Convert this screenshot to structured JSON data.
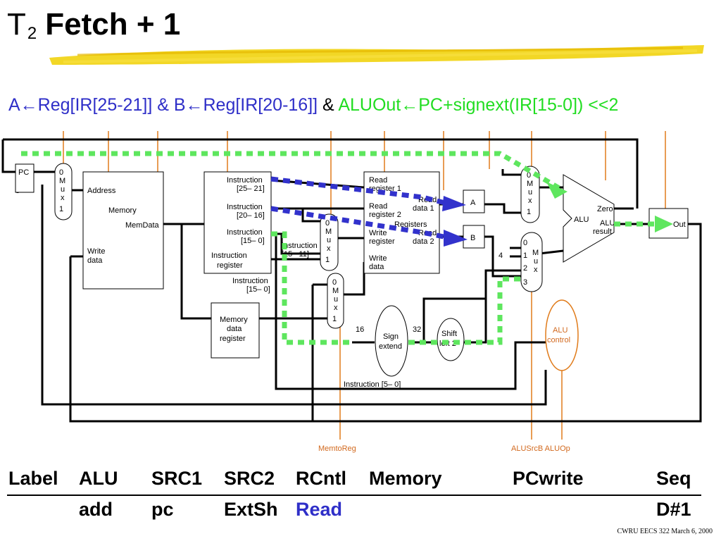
{
  "slide": {
    "title_main": "T",
    "title_sub": "2",
    "title_rest": "Fetch + 1",
    "subtitle": {
      "part1": "A←Reg[IR[25-21]] & B←Reg[IR[20-16]]",
      "sep": "&",
      "part2": "ALUOut←PC+signext(IR[15-0]) <<2"
    },
    "colors": {
      "blue": "#2f2fc8",
      "green": "#22dd22",
      "dash_green": "#5ee65e",
      "dash_blue": "#3232cc",
      "control": "#e07b1a",
      "brush": "#f0d000"
    }
  },
  "diagram": {
    "pc": "PC",
    "mux_pc": [
      "0",
      "M",
      "u",
      "x",
      "1"
    ],
    "memory": {
      "address": "Address",
      "name": "Memory",
      "memdata": "MemData",
      "write_data_1": "Write",
      "write_data_2": "data"
    },
    "instr_reg": {
      "i1": "Instruction",
      "i1_range": "[25– 21]",
      "i2": "Instruction",
      "i2_range": "[20– 16]",
      "i3": "Instruction",
      "i3_range": "[15– 0]",
      "name1": "Instruction",
      "name2": "register"
    },
    "mux_regdst": [
      "0",
      "M",
      "u",
      "x",
      "1"
    ],
    "instr_15_11": {
      "l1": "Instruction",
      "l2": "[15– 11]"
    },
    "instr_15_0b": {
      "l1": "Instruction",
      "l2": "[15– 0]"
    },
    "mux_memtoreg": [
      "0",
      "M",
      "u",
      "x",
      "1"
    ],
    "mdr": {
      "l1": "Memory",
      "l2": "data",
      "l3": "register"
    },
    "registers": {
      "rr1a": "Read",
      "rr1b": "register 1",
      "rr2a": "Read",
      "rr2b": "register 2",
      "name": "Registers",
      "wra": "Write",
      "wrb": "register",
      "wda": "Write",
      "wdb": "data",
      "rd1a": "Read",
      "rd1b": "data 1",
      "rd2a": "Read",
      "rd2b": "data 2"
    },
    "reg_a": "A",
    "reg_b": "B",
    "mux_alusrca": [
      "0",
      "M",
      "u",
      "x",
      "1"
    ],
    "mux_alusrcb": {
      "i0": "0",
      "i1": "1",
      "i2": "2",
      "i3": "3",
      "m": "M",
      "u": "u",
      "x": "x",
      "four": "4"
    },
    "alu": {
      "name": "ALU",
      "zero": "Zero",
      "r1": "ALU",
      "r2": "result"
    },
    "aluout": "Out",
    "sign_extend": {
      "l1": "Sign",
      "l2": "extend",
      "in_bits": "16",
      "out_bits": "32"
    },
    "shift_left": {
      "l1": "Shift",
      "l2": "left 2"
    },
    "alu_control": {
      "l1": "ALU",
      "l2": "control"
    },
    "instr_5_0": "Instruction [5– 0]",
    "ctl_memtoreg": "MemtoReg",
    "ctl_alusrcb_aluop": "ALUSrcB ALUOp"
  },
  "table": {
    "headers": [
      "Label",
      "ALU",
      "SRC1",
      "SRC2",
      "RCntl",
      "Memory",
      "PCwrite",
      "Seq"
    ],
    "row": {
      "alu": "add",
      "src1": "pc",
      "src2": "ExtSh",
      "rcntl": "Read",
      "seq": "D#1"
    }
  },
  "footer": "CWRU EECS 322 March 6, 2000"
}
